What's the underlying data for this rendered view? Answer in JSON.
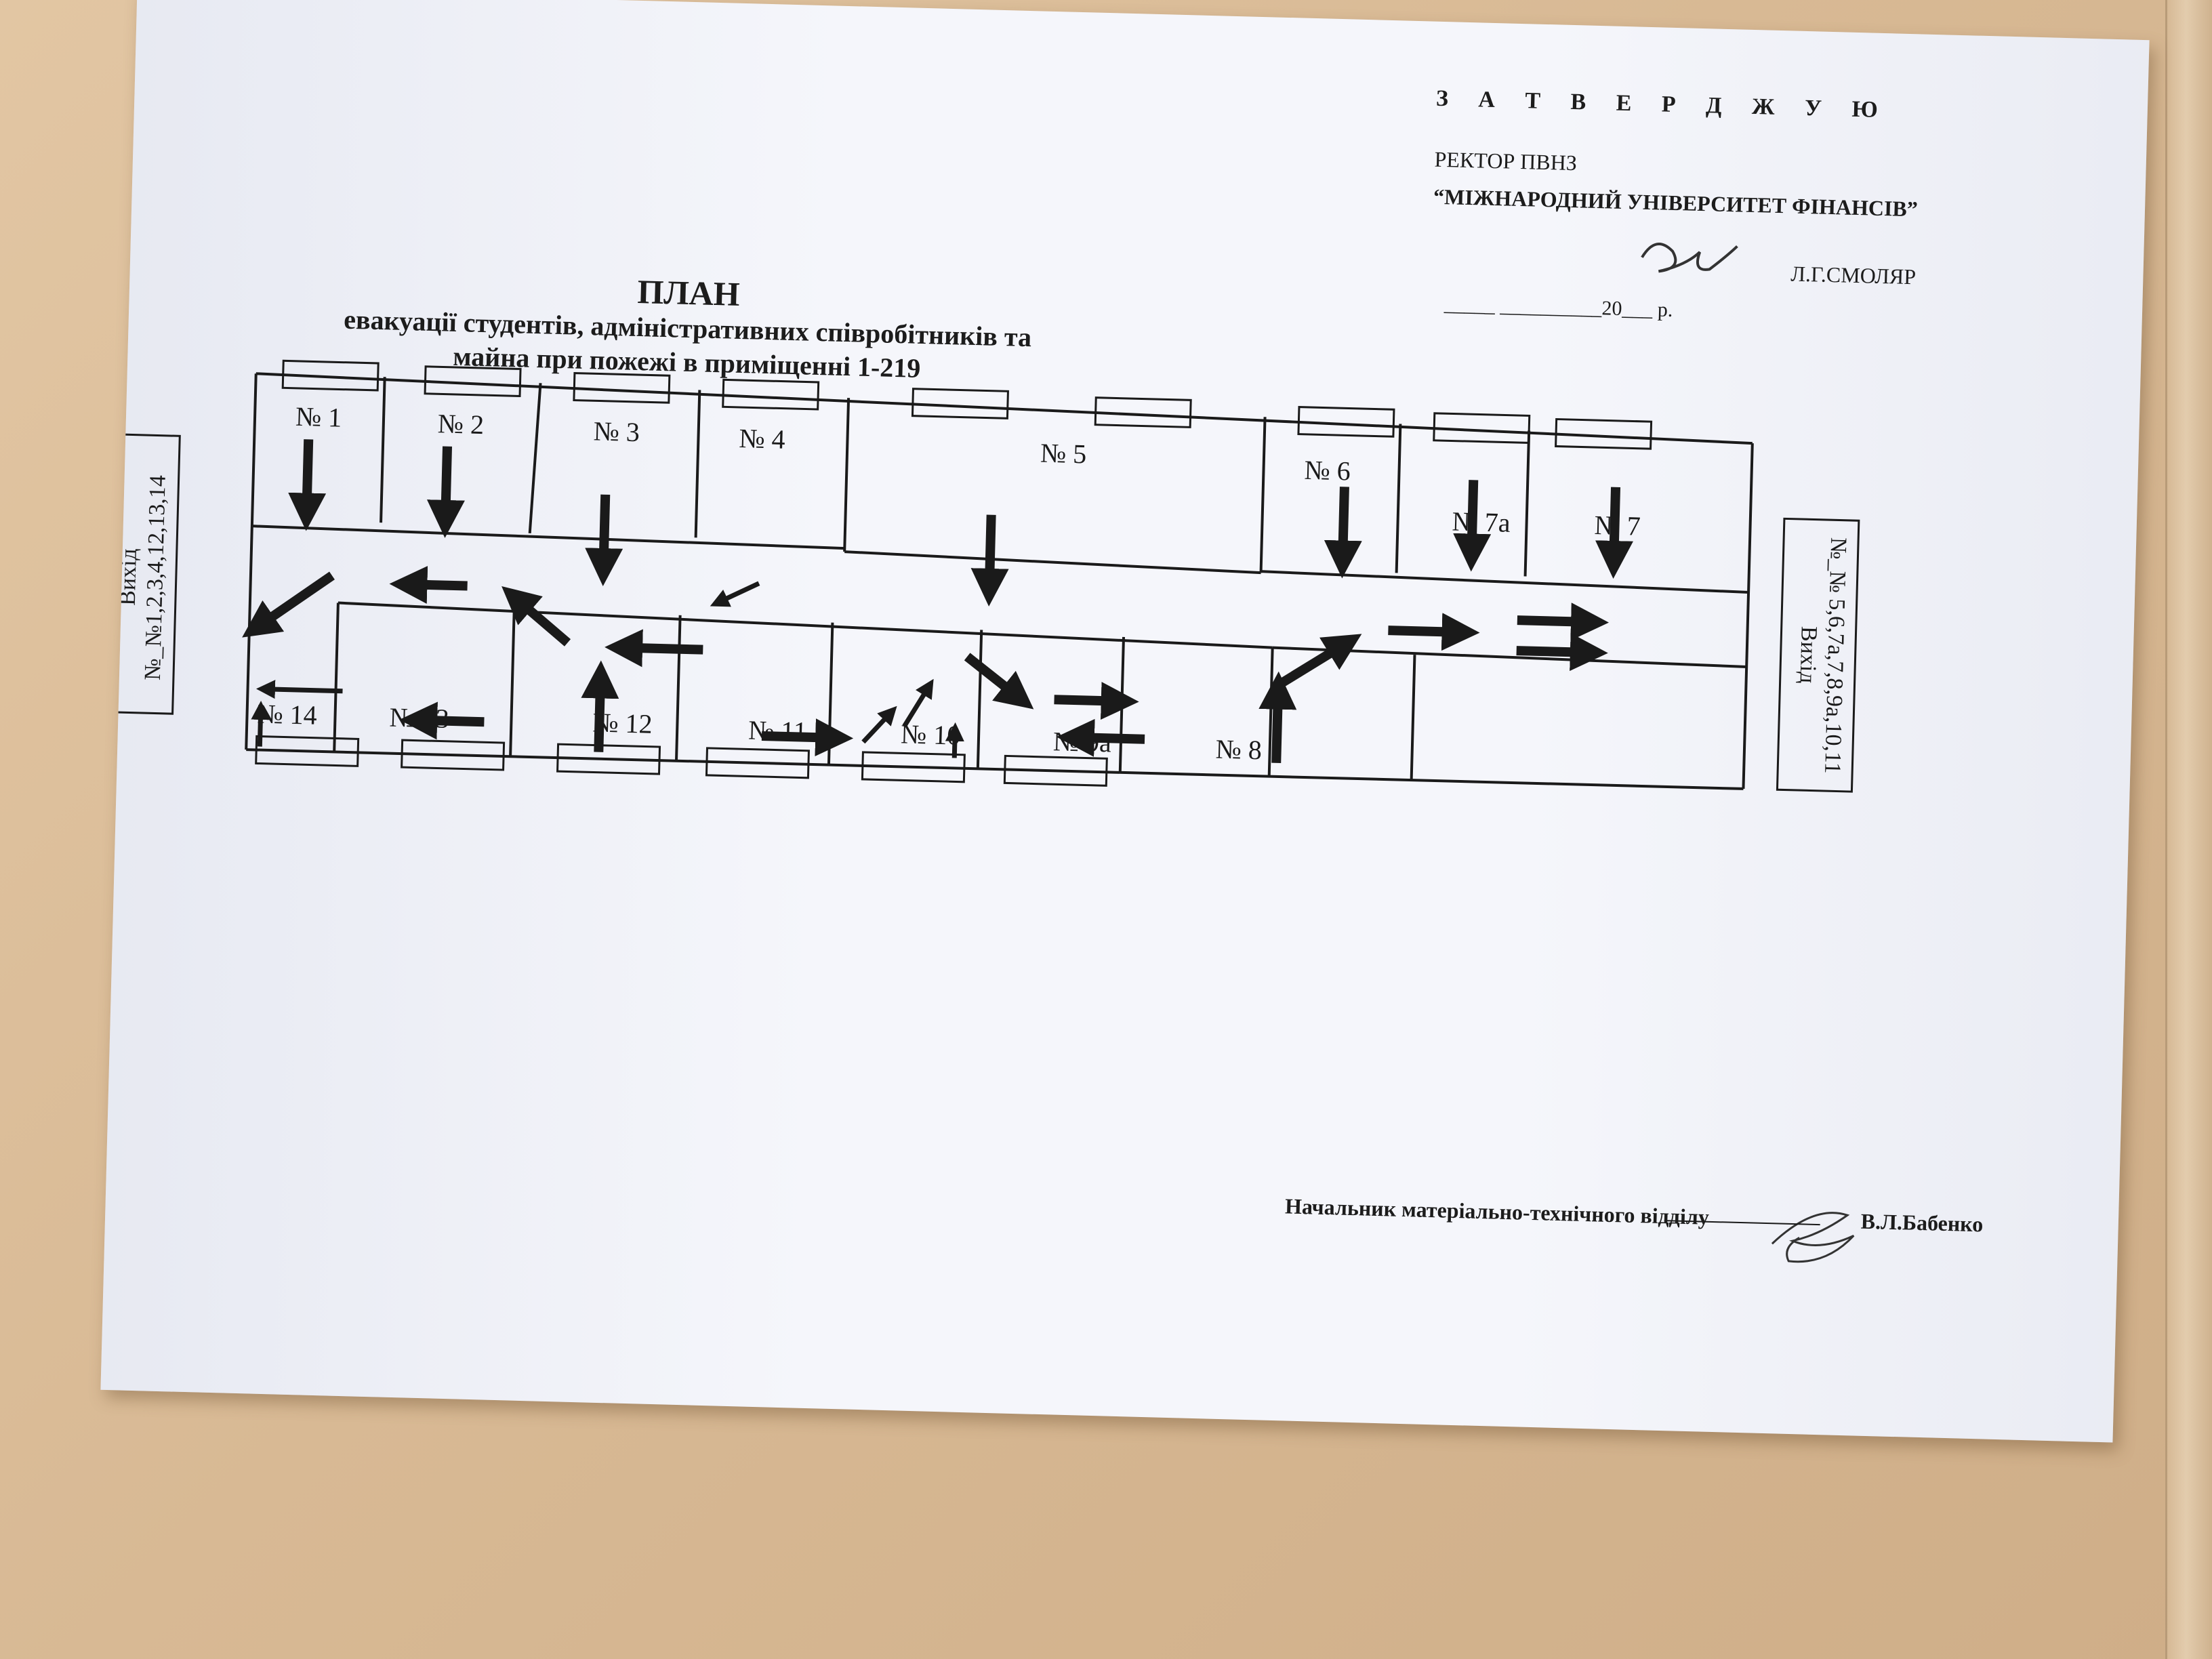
{
  "approval": {
    "heading": "З А Т В Е Р Д Ж У Ю",
    "rector_line1": "РЕКТОР ПВНЗ",
    "rector_line2": "“МІЖНАРОДНИЙ УНІВЕРСИТЕТ ФІНАНСІВ”",
    "rector_name": "Л.Г.СМОЛЯР",
    "date_line": "_____ __________20___ р."
  },
  "plan": {
    "title": "ПЛАН",
    "subtitle_line1": "евакуації студентів, адміністративних співробітників та",
    "subtitle_line2": "майна при пожежі в приміщенні 1-219"
  },
  "rooms": [
    {
      "id": "1",
      "label": "№ 1"
    },
    {
      "id": "2",
      "label": "№ 2"
    },
    {
      "id": "3",
      "label": "№ 3"
    },
    {
      "id": "4",
      "label": "№ 4"
    },
    {
      "id": "5",
      "label": "№ 5"
    },
    {
      "id": "6",
      "label": "№ 6"
    },
    {
      "id": "7a",
      "label": "№ 7а"
    },
    {
      "id": "7",
      "label": "№ 7"
    },
    {
      "id": "14",
      "label": "№ 14"
    },
    {
      "id": "13",
      "label": "№ 13"
    },
    {
      "id": "12",
      "label": "№ 12"
    },
    {
      "id": "11",
      "label": "№ 11"
    },
    {
      "id": "10",
      "label": "№ 10"
    },
    {
      "id": "9a",
      "label": "№ 9а"
    },
    {
      "id": "8",
      "label": "№ 8"
    }
  ],
  "exits": {
    "left": {
      "title": "Вихід",
      "rooms": "№_№1,2,3,4,12,13,14"
    },
    "right": {
      "title": "Вихід",
      "rooms": "№_№ 5,6,7а,7,8,9а,10,11"
    }
  },
  "footer": {
    "role": "Начальник матеріально-технічного відділу",
    "name": "В.Л.Бабенко"
  },
  "colors": {
    "wall": "#d9bc98",
    "paper": "#f5f6fb",
    "ink": "#1a1a1a"
  }
}
